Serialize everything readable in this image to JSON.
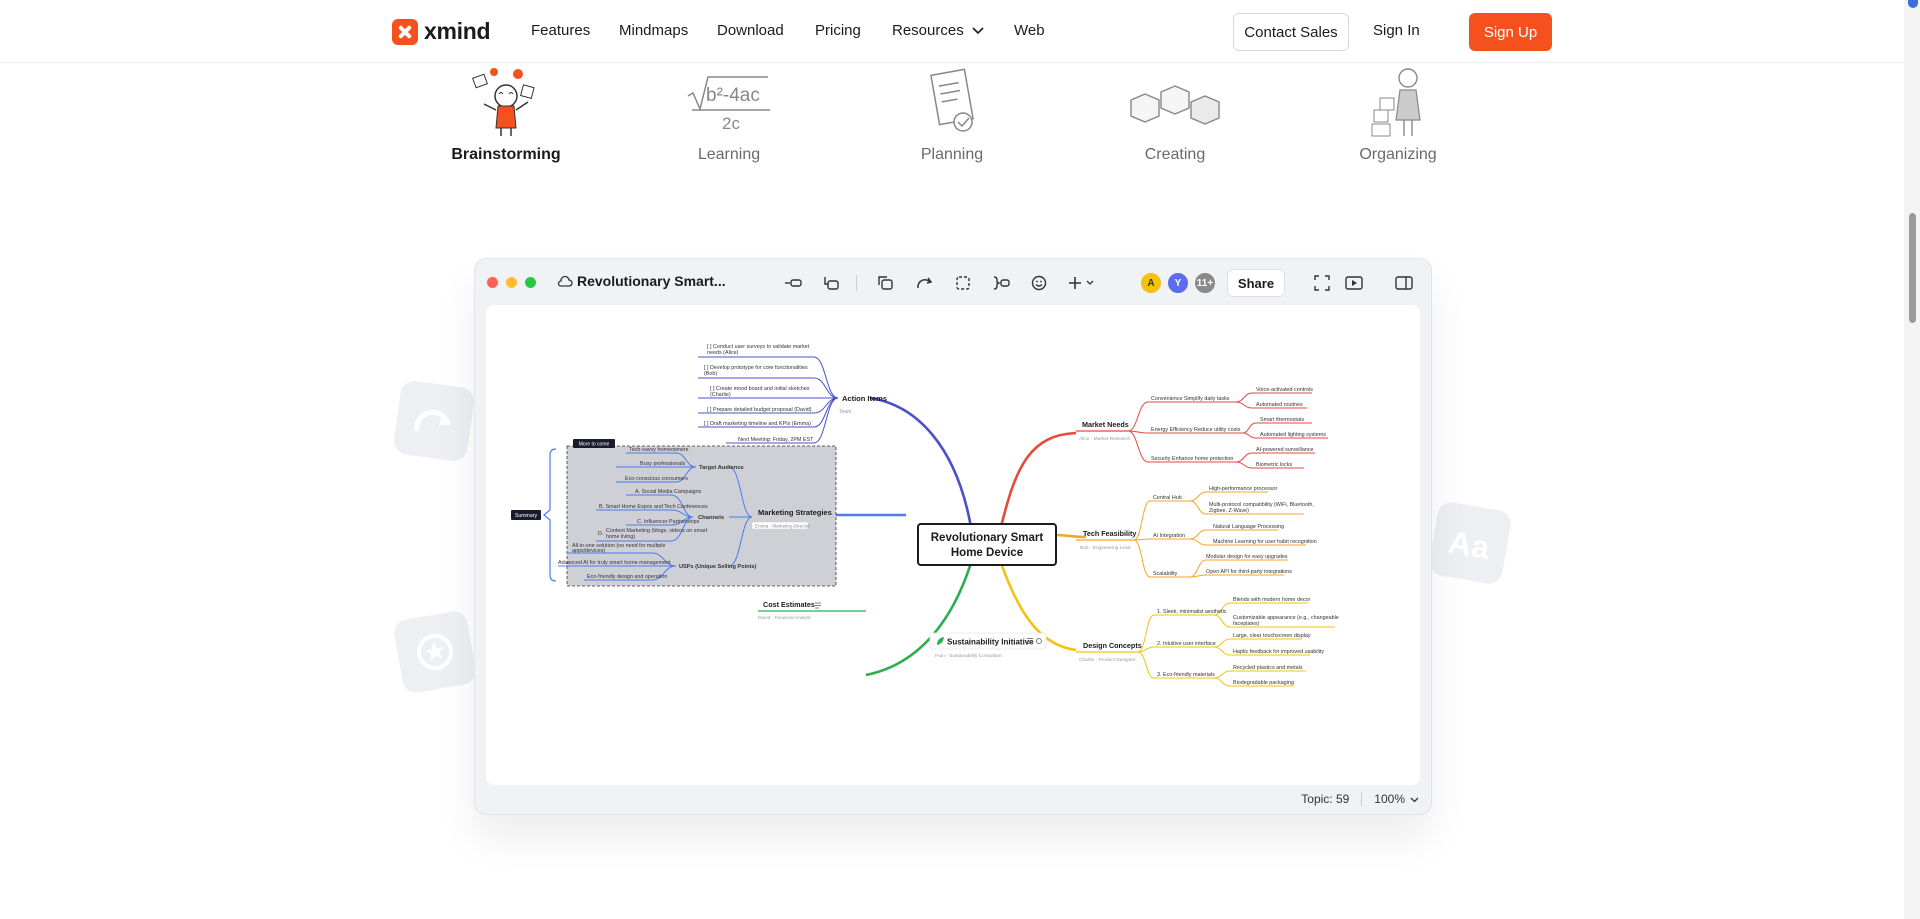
{
  "nav": {
    "brand": "xmind",
    "links": [
      "Features",
      "Mindmaps",
      "Download",
      "Pricing",
      "Resources",
      "Web"
    ],
    "contact_sales": "Contact Sales",
    "sign_in": "Sign In",
    "sign_up": "Sign Up"
  },
  "use_cases": [
    {
      "label": "Brainstorming",
      "active": true
    },
    {
      "label": "Learning",
      "active": false
    },
    {
      "label": "Planning",
      "active": false
    },
    {
      "label": "Creating",
      "active": false
    },
    {
      "label": "Organizing",
      "active": false
    }
  ],
  "learning_icon_text": {
    "numerator": "b²-4ac",
    "denominator": "2c"
  },
  "app": {
    "title": "Revolutionary Smart...",
    "avatars": [
      "A",
      "Y",
      "11+"
    ],
    "share": "Share",
    "status": {
      "topic": "Topic: 59",
      "zoom": "100%"
    }
  },
  "mindmap": {
    "central": [
      "Revolutionary Smart",
      "Home Device"
    ],
    "action_items": {
      "title": "Action Items",
      "sub": "Team",
      "items": [
        "[ ] Conduct user surveys to validate market",
        "needs (Alice)",
        "[ ] Develop prototype for core functionalities",
        "(Bob)",
        "[ ] Create mood board and initial sketches",
        "(Charlie)",
        "[ ] Prepare detailed budget proposal (David)",
        "[ ] Draft marketing timeline and KPIs (Emma)",
        "Next Meeting: Friday, 2PM EST"
      ]
    },
    "marketing": {
      "title": "Marketing Strategies",
      "sub": "Emma · Marketing Director",
      "more_to_come": "More to come",
      "summary": "Summary",
      "target_audience": "Target Audience",
      "audience": [
        "Tech-savvy homeowners",
        "Busy professionals",
        "Eco-conscious consumers"
      ],
      "channels": "Channels",
      "channel_items": [
        "A.  Social Media Campaigns",
        "B.  Smart Home Expos and Tech Conferences",
        "C.  Influencer Partnerships",
        "D.",
        "Content Marketing (blogs, videos on smart",
        "home living)"
      ],
      "usps": "USPs (Unique Selling Points)",
      "usp_items": [
        "All-in-one solution (no need for multiple",
        "apps/devices)",
        "Advanced AI for truly smart home management",
        "Eco-friendly design and operation"
      ]
    },
    "cost": {
      "title": "Cost Estimates",
      "sub": "David · Financial Analyst"
    },
    "sustainability": {
      "title": "Sustainability Initiative",
      "sub": "Fran · Sustainability Consultant"
    },
    "market_needs": {
      "title": "Market Needs",
      "sub": "Alice · Market Research",
      "branches": [
        "Convenience Simplify daily tasks",
        "Energy Efficiency Reduce utility costs",
        "Security Enhance home protection"
      ],
      "leaves": [
        "Voice-activated controls",
        "Automated routines",
        "Smart thermostats",
        "Automated lighting systems",
        "AI-powered surveillance",
        "Biometric locks"
      ]
    },
    "tech": {
      "title": "Tech Feasibility",
      "sub": "Bob · Engineering Lead",
      "branches": [
        "Central Hub",
        "AI Integration",
        "Scalability"
      ],
      "leaves": [
        "High-performance processor",
        "Multi-protocol compatibility (WiFi, Bluetooth,",
        "Zigbee, Z-Wave)",
        "Natural Language Processing",
        "Machine Learning for user habit recognition",
        "Modular design for easy upgrades",
        "Open API for third-party integrations"
      ]
    },
    "design": {
      "title": "Design Concepts",
      "sub": "Charlie · Product Designer",
      "branches": [
        "1. Sleek, minimalist aesthetic",
        "2. Intuitive user interface",
        "3. Eco-friendly materials"
      ],
      "leaves": [
        "Blends with modern home decor",
        "Customizable appearance (e.g., changeable",
        "faceplates)",
        "Large, clear touchscreen display",
        "Haptic feedback for improved usability",
        "Recycled plastics and metals",
        "Biodegradable packaging"
      ]
    }
  },
  "colors": {
    "brand": "#f4511e",
    "action": "#4950c9",
    "market": "#e64a3b",
    "tech": "#f5a623",
    "design": "#f4c20d",
    "marketing": "#4a7cf0",
    "cost": "#2ab04a"
  },
  "icons": [
    "cloud-icon",
    "undo-icon",
    "redo-icon",
    "boundary-icon",
    "summary-icon",
    "emoji-icon",
    "plus-icon",
    "fullscreen-icon",
    "present-icon",
    "panel-icon"
  ]
}
